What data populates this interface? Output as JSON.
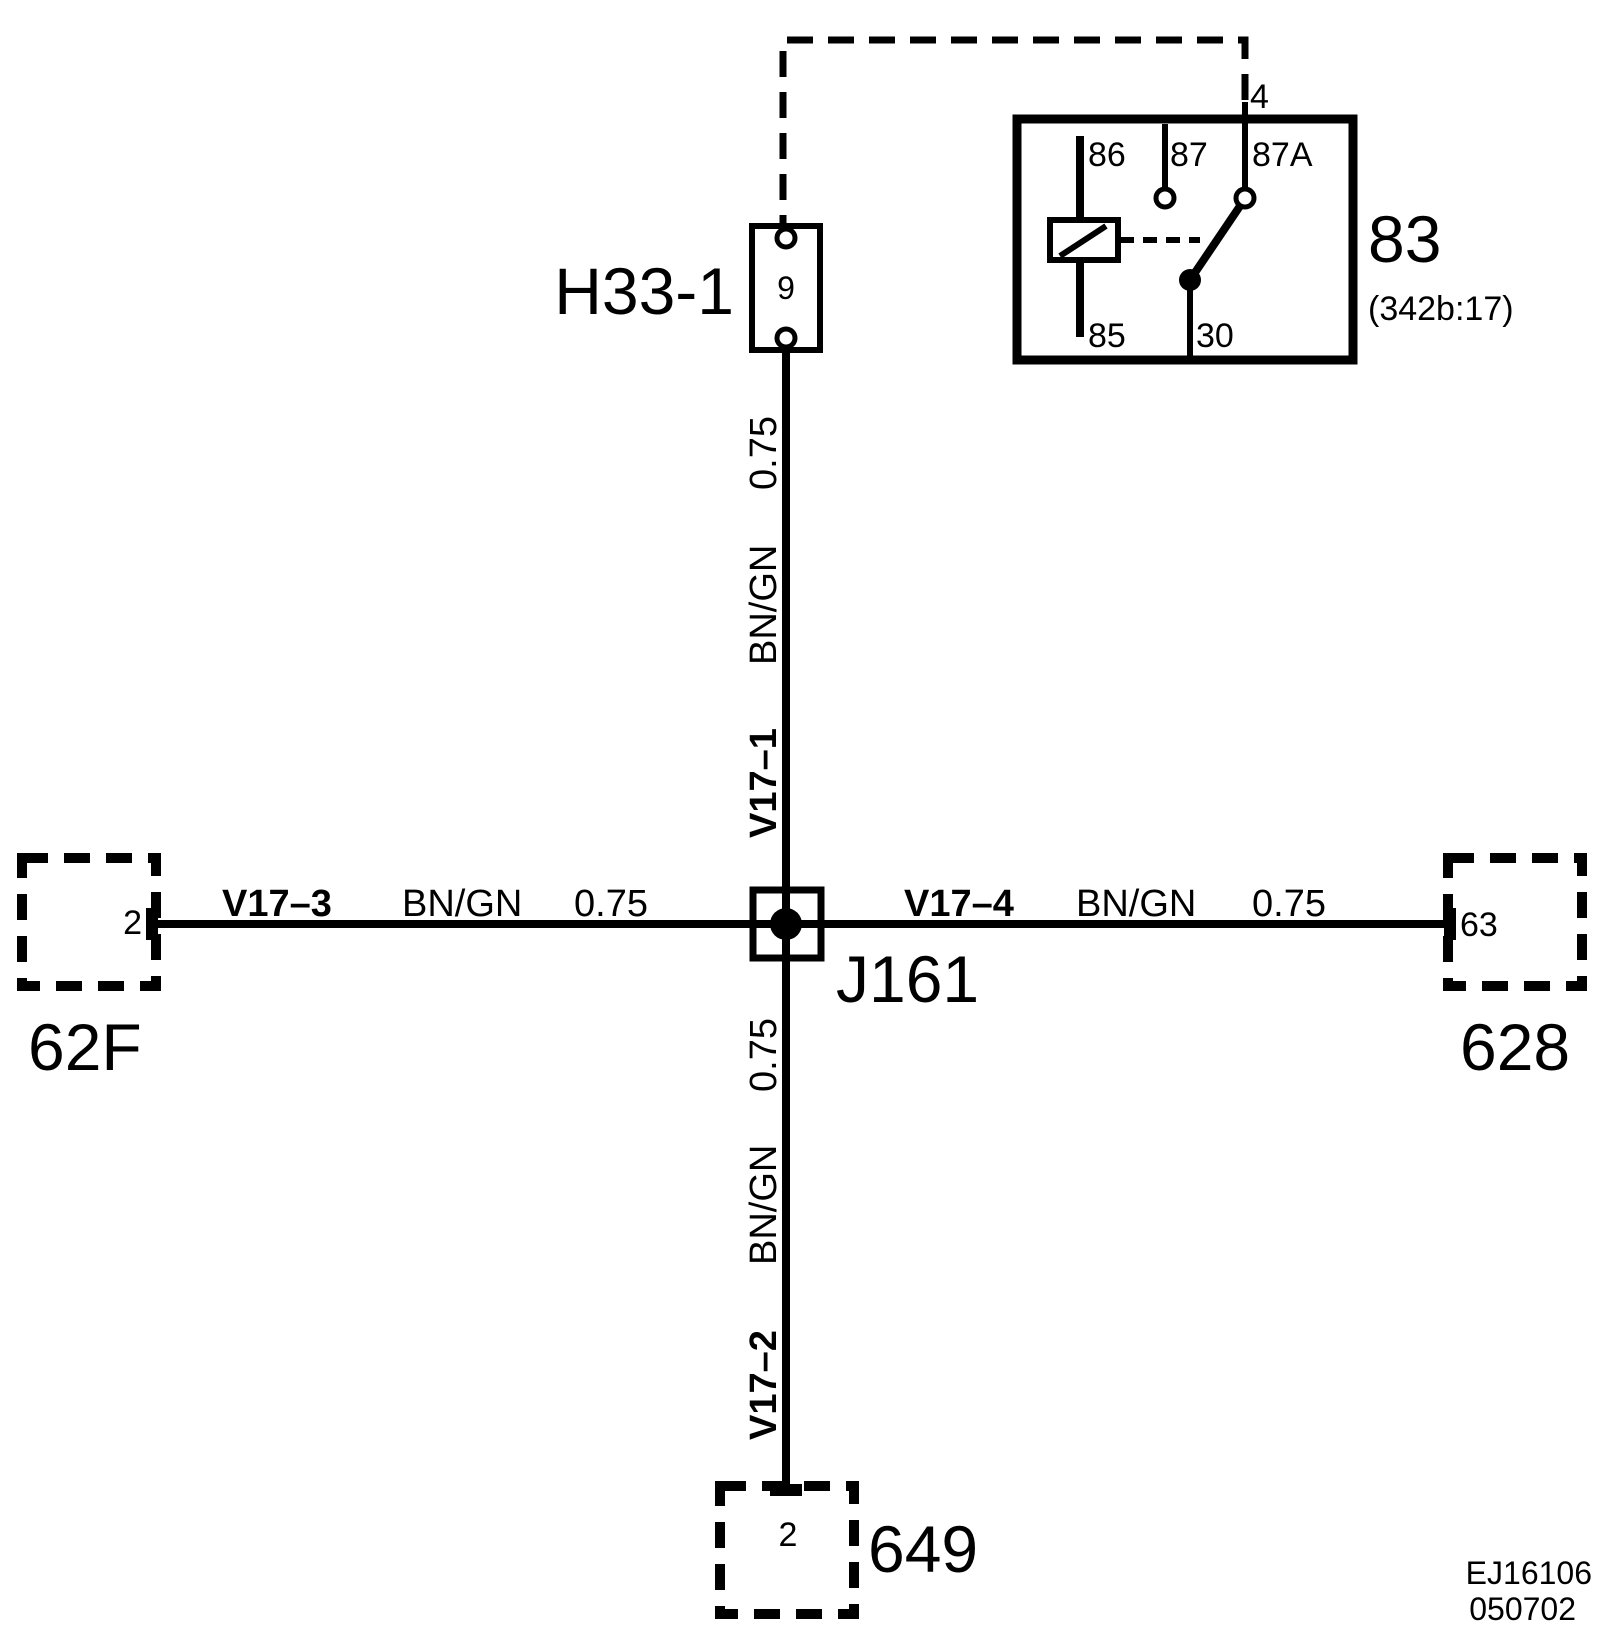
{
  "relay": {
    "ref": "83",
    "sub": "(342b:17)",
    "pin86": "86",
    "pin87": "87",
    "pin87a": "87A",
    "pin85": "85",
    "pin30": "30",
    "pin_out": "4"
  },
  "connectors": {
    "h33": {
      "ref": "H33-1",
      "pin": "9"
    },
    "c62f": {
      "ref": "62F",
      "pin": "2"
    },
    "c628": {
      "ref": "628",
      "pin": "63"
    },
    "c649": {
      "ref": "649",
      "pin": "2"
    }
  },
  "splice": {
    "ref": "J161"
  },
  "wires": {
    "v17_1": {
      "id": "V17–1",
      "color": "BN/GN",
      "size": "0.75"
    },
    "v17_2": {
      "id": "V17–2",
      "color": "BN/GN",
      "size": "0.75"
    },
    "v17_3": {
      "id": "V17–3",
      "color": "BN/GN",
      "size": "0.75"
    },
    "v17_4": {
      "id": "V17–4",
      "color": "BN/GN",
      "size": "0.75"
    }
  },
  "footer": {
    "code": "EJ16106",
    "date": "050702"
  }
}
